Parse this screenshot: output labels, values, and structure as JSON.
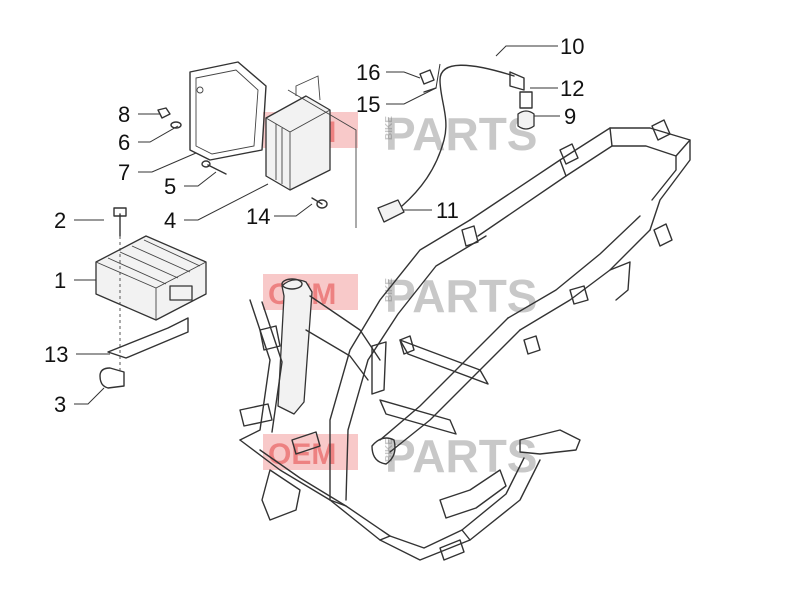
{
  "watermark": {
    "word1": "OEM",
    "word2": "BIKE",
    "word3": "PARTS",
    "color": "#e02b2b"
  },
  "callouts": [
    {
      "id": "1",
      "label": "1"
    },
    {
      "id": "2",
      "label": "2"
    },
    {
      "id": "3",
      "label": "3"
    },
    {
      "id": "4",
      "label": "4"
    },
    {
      "id": "5",
      "label": "5"
    },
    {
      "id": "6",
      "label": "6"
    },
    {
      "id": "7",
      "label": "7"
    },
    {
      "id": "8",
      "label": "8"
    },
    {
      "id": "9",
      "label": "9"
    },
    {
      "id": "10",
      "label": "10"
    },
    {
      "id": "11",
      "label": "11"
    },
    {
      "id": "12",
      "label": "12"
    },
    {
      "id": "13",
      "label": "13"
    },
    {
      "id": "14",
      "label": "14"
    },
    {
      "id": "15",
      "label": "15"
    },
    {
      "id": "16",
      "label": "16"
    }
  ]
}
